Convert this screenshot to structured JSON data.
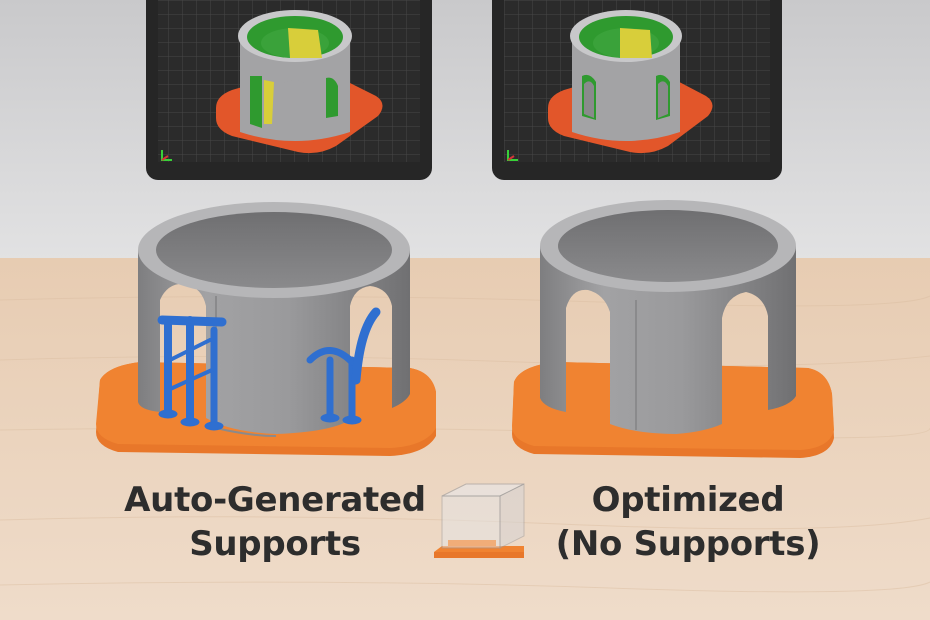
{
  "captions": {
    "left": {
      "line1": "Auto-Generated",
      "line2": "Supports"
    },
    "right": {
      "line1": "Optimized",
      "line2": "(No Supports)"
    }
  },
  "colors": {
    "wall": "#d7d7d9",
    "table": "#ead0b8",
    "monitor_bezel": "#262626",
    "monitor_screen": "#2b2b2b",
    "part_gray": "#8f8f91",
    "build_plate": "#e8772a",
    "support_blue": "#2f6fd0",
    "slicer_green": "#2ea12e",
    "slicer_yellow": "#d9d040"
  },
  "icons": {
    "monitor_left": "slicer-preview-with-supports",
    "monitor_right": "slicer-preview-no-supports",
    "center": "transparent-cube-on-plate-icon"
  }
}
